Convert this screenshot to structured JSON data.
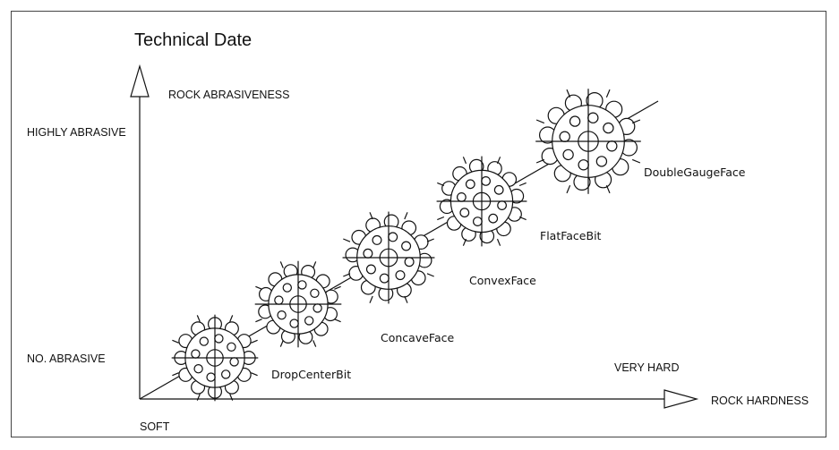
{
  "title": "Technical Date",
  "axes": {
    "y_title": "ROCK ABRASIVENESS",
    "y_high": "HIGHLY ABRASIVE",
    "y_low": "NO. ABRASIVE",
    "x_title": "ROCK HARDNESS",
    "x_low": "SOFT",
    "x_high": "VERY HARD"
  },
  "bits": [
    {
      "label": "DropCenterBit",
      "icon": "drop-center-bit-icon"
    },
    {
      "label": "ConcaveFace",
      "icon": "concave-face-bit-icon"
    },
    {
      "label": "ConvexFace",
      "icon": "convex-face-bit-icon"
    },
    {
      "label": "FlatFaceBit",
      "icon": "flat-face-bit-icon"
    },
    {
      "label": "DoubleGaugeFace",
      "icon": "double-gauge-face-bit-icon"
    }
  ],
  "colors": {
    "line": "#111111"
  }
}
